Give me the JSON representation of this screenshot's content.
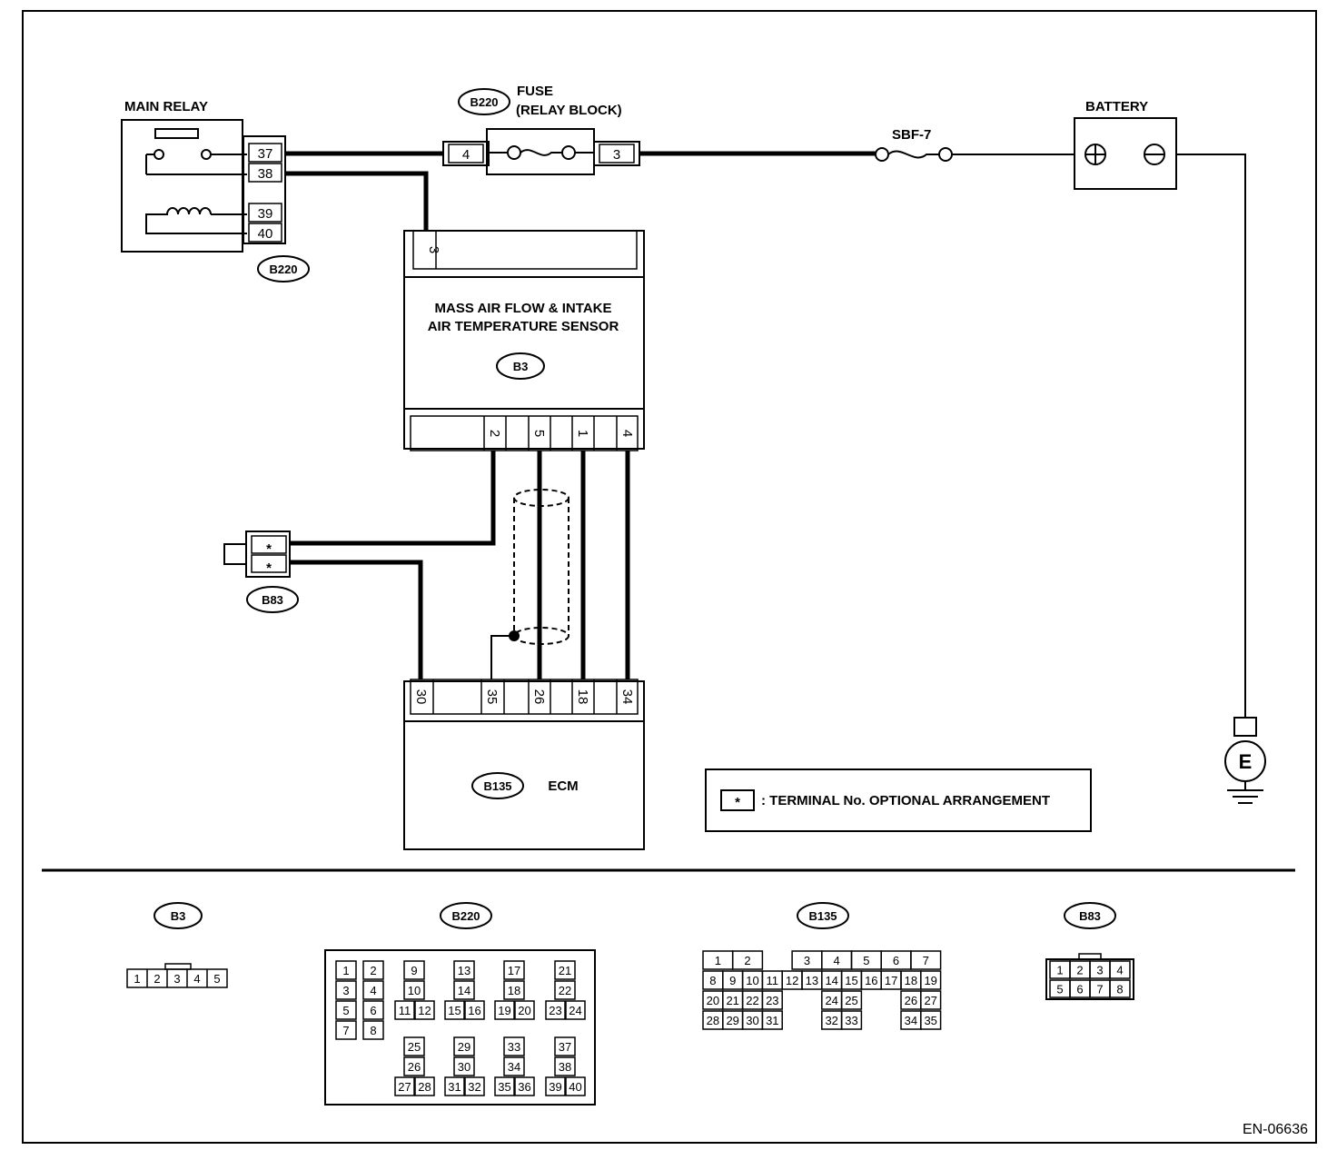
{
  "components": {
    "main_relay": "MAIN RELAY",
    "fuse": "FUSE",
    "fuse_sub": "(RELAY BLOCK)",
    "sbf": "SBF-7",
    "battery": "BATTERY",
    "sensor_line1": "MASS AIR FLOW & INTAKE",
    "sensor_line2": "AIR TEMPERATURE SENSOR",
    "ecm": "ECM",
    "ground": "E"
  },
  "connectors": {
    "b220": "B220",
    "b3": "B3",
    "b83": "B83",
    "b135": "B135"
  },
  "pins": {
    "relay": [
      "37",
      "38",
      "39",
      "40"
    ],
    "fuse_in": "4",
    "fuse_out": "3",
    "sensor_top": "3",
    "sensor_bottom": [
      "2",
      "5",
      "1",
      "4"
    ],
    "b83": [
      "*",
      "*"
    ],
    "ecm": [
      "30",
      "35",
      "26",
      "18",
      "34"
    ]
  },
  "legend": {
    "symbol": "*",
    "text": ": TERMINAL No. OPTIONAL ARRANGEMENT"
  },
  "connector_views": {
    "b3": [
      "1",
      "2",
      "3",
      "4",
      "5"
    ],
    "b220": {
      "pairs": [
        [
          "1",
          "2"
        ],
        [
          "3",
          "4"
        ],
        [
          "5",
          "6"
        ],
        [
          "7",
          "8"
        ]
      ],
      "groups": [
        [
          "9",
          "10",
          "11",
          "12"
        ],
        [
          "13",
          "14",
          "15",
          "16"
        ],
        [
          "17",
          "18",
          "19",
          "20"
        ],
        [
          "21",
          "22",
          "23",
          "24"
        ],
        [
          "25",
          "26",
          "27",
          "28"
        ],
        [
          "29",
          "30",
          "31",
          "32"
        ],
        [
          "33",
          "34",
          "35",
          "36"
        ],
        [
          "37",
          "38",
          "39",
          "40"
        ]
      ]
    },
    "b135": {
      "row1": [
        "1",
        "2",
        "3",
        "4",
        "5",
        "6",
        "7"
      ],
      "row2": [
        "8",
        "9",
        "10",
        "11",
        "12",
        "13",
        "14",
        "15",
        "16",
        "17",
        "18",
        "19"
      ],
      "row3": [
        "20",
        "21",
        "22",
        "23",
        "24",
        "25",
        "26",
        "27"
      ],
      "row4": [
        "28",
        "29",
        "30",
        "31",
        "32",
        "33",
        "34",
        "35"
      ]
    },
    "b83": {
      "top": [
        "1",
        "2",
        "3",
        "4"
      ],
      "bottom": [
        "5",
        "6",
        "7",
        "8"
      ]
    }
  },
  "code": "EN-06636"
}
